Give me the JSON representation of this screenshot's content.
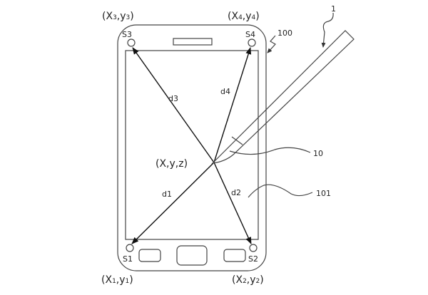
{
  "figure": {
    "corner_coords": {
      "top_left": {
        "x": "X",
        "xs": "3",
        "y": "y",
        "ys": "3"
      },
      "top_right": {
        "x": "X",
        "xs": "4",
        "y": "y",
        "ys": "4"
      },
      "bottom_left": {
        "x": "X",
        "xs": "1",
        "y": "y",
        "ys": "1"
      },
      "bottom_right": {
        "x": "X",
        "xs": "2",
        "y": "y",
        "ys": "2"
      }
    },
    "sensors": {
      "s1": "S1",
      "s2": "S2",
      "s3": "S3",
      "s4": "S4"
    },
    "distances": {
      "d1": "d1",
      "d2": "d2",
      "d3": "d3",
      "d4": "d4"
    },
    "pen_point": "(X,y,z)",
    "reference_numerals": {
      "pen": "1",
      "device": "100",
      "pen_tip": "10",
      "screen": "101"
    }
  }
}
